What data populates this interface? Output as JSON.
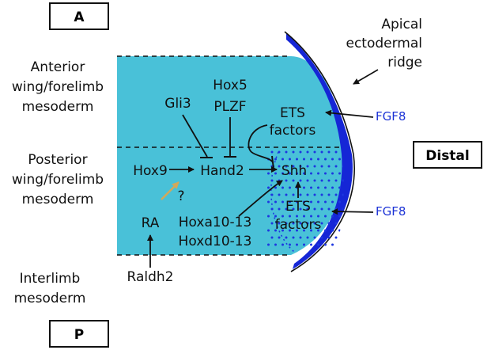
{
  "boxes": {
    "anterior": "A",
    "posterior": "P",
    "distal": "Distal"
  },
  "regions": {
    "anterior": [
      "Anterior",
      "wing/forelimb",
      "mesoderm"
    ],
    "posterior": [
      "Posterior",
      "wing/forelimb",
      "mesoderm"
    ],
    "interlimb": [
      "Interlimb",
      "mesoderm"
    ]
  },
  "aer_label": [
    "Apical",
    "ectodermal",
    "ridge"
  ],
  "nodes": {
    "gli3": "Gli3",
    "hox5": "Hox5",
    "plzf": "PLZF",
    "ets_top_1": "ETS",
    "ets_top_2": "factors",
    "fgf8_top": "FGF8",
    "hox9": "Hox9",
    "hand2": "Hand2",
    "shh": "Shh",
    "question": "?",
    "ra": "RA",
    "hoxa": "Hoxa10-13",
    "hoxd": "Hoxd10-13",
    "ets_bot_1": "ETS",
    "ets_bot_2": "factors",
    "fgf8_bot": "FGF8",
    "raldh2": "Raldh2"
  },
  "colors": {
    "mesoderm": "#49c1d8",
    "aer": "#1526d6",
    "fgf8_text": "#1c33d6",
    "zpa_dots": "#1d37e0",
    "ra_arrow": "#d3a85a"
  }
}
